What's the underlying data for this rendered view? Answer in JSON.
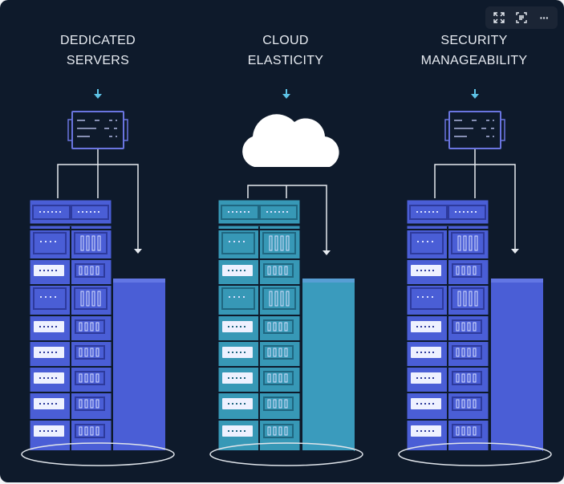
{
  "toolbar": {
    "items": [
      {
        "name": "expand-icon"
      },
      {
        "name": "scan-icon"
      },
      {
        "name": "more-icon",
        "glyph": "···"
      }
    ]
  },
  "columns": [
    {
      "id": "dedicated",
      "title_line1": "DEDICATED",
      "title_line2": "SERVERS",
      "top_icon": "server-chip-icon",
      "rack_color": "#4a5ed6",
      "rack_dark": "#2d3a9c",
      "tower_color": "#4a5ed6"
    },
    {
      "id": "cloud",
      "title_line1": "CLOUD",
      "title_line2": "ELASTICITY",
      "top_icon": "cloud-icon",
      "rack_color": "#3798b6",
      "rack_dark": "#1f6680",
      "tower_color": "#3a9bbd"
    },
    {
      "id": "security",
      "title_line1": "SECURITY",
      "title_line2": "MANAGEABILITY",
      "top_icon": "server-chip-icon",
      "rack_color": "#4a5ed6",
      "rack_dark": "#2d3a9c",
      "tower_color": "#4a5ed6"
    }
  ],
  "colors": {
    "background": "#0e1a2b",
    "arrow": "#5ec3e6",
    "line": "#e6eaf0",
    "chip_stroke": "#6a75e0"
  }
}
